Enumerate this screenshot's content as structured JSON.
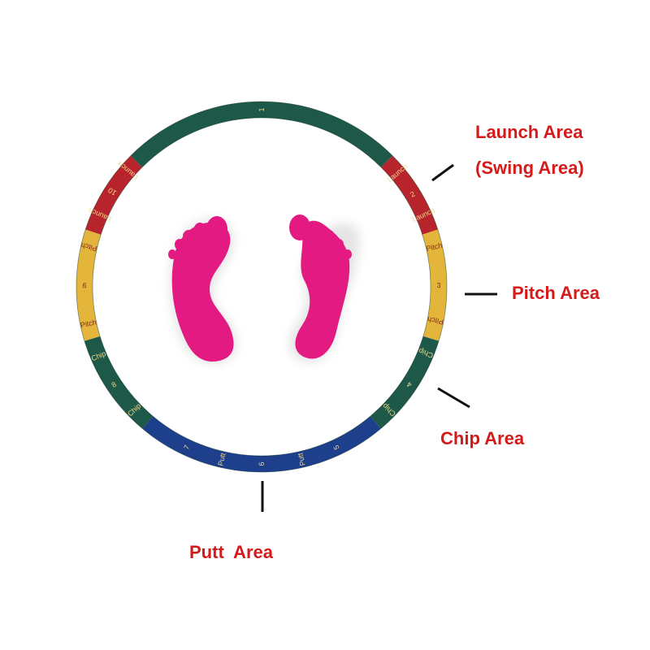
{
  "colors": {
    "callout_text": "#d51a1a",
    "pointer_line": "#111111",
    "ring_green": "#1e5849",
    "ring_red": "#b8242b",
    "ring_yellow": "#e3b53a",
    "ring_blue": "#1d3f8c",
    "ring_label": "#f0d98a",
    "foot_pink": "#e21a82",
    "foot_shadow": "#cfcfcf"
  },
  "callouts": {
    "launch_line1": "Launch Area",
    "launch_line2": "(Swing Area)",
    "pitch": "Pitch Area",
    "chip": "Chip Area",
    "putt": "Putt Area"
  },
  "ring": {
    "segments": [
      {
        "name": "launch-right",
        "color": "ring_red"
      },
      {
        "name": "pitch-right",
        "color": "ring_yellow"
      },
      {
        "name": "chip-right",
        "color": "ring_green"
      },
      {
        "name": "putt-bottom",
        "color": "ring_blue"
      },
      {
        "name": "chip-left",
        "color": "ring_green"
      },
      {
        "name": "pitch-left",
        "color": "ring_yellow"
      },
      {
        "name": "launch-left",
        "color": "ring_red"
      },
      {
        "name": "top-band",
        "color": "ring_green"
      }
    ],
    "labels": [
      {
        "text": "Launch",
        "name": "launch-right-label-a"
      },
      {
        "text": "2",
        "name": "launch-right-number"
      },
      {
        "text": "Launch",
        "name": "launch-right-label-b"
      },
      {
        "text": "Pitch",
        "name": "pitch-right-label-a"
      },
      {
        "text": "3",
        "name": "pitch-right-number"
      },
      {
        "text": "Pitch",
        "name": "pitch-right-label-b"
      },
      {
        "text": "Chip",
        "name": "chip-right-label-a"
      },
      {
        "text": "4",
        "name": "chip-right-number"
      },
      {
        "text": "Chip",
        "name": "chip-right-label-b"
      },
      {
        "text": "5",
        "name": "putt-number-5"
      },
      {
        "text": "Putt",
        "name": "putt-label-a"
      },
      {
        "text": "6",
        "name": "putt-number-6"
      },
      {
        "text": "Putt",
        "name": "putt-label-b"
      },
      {
        "text": "7",
        "name": "putt-number-7"
      },
      {
        "text": "Chip",
        "name": "chip-left-label-a"
      },
      {
        "text": "8",
        "name": "chip-left-number"
      },
      {
        "text": "Chip",
        "name": "chip-left-label-b"
      },
      {
        "text": "Pitch",
        "name": "pitch-left-label-a"
      },
      {
        "text": "9",
        "name": "pitch-left-number"
      },
      {
        "text": "Pitch",
        "name": "pitch-left-label-b"
      },
      {
        "text": "Launch",
        "name": "launch-left-label-a"
      },
      {
        "text": "10",
        "name": "launch-left-number"
      },
      {
        "text": "Launch",
        "name": "launch-left-label-b"
      },
      {
        "text": "1",
        "name": "top-number"
      }
    ]
  }
}
